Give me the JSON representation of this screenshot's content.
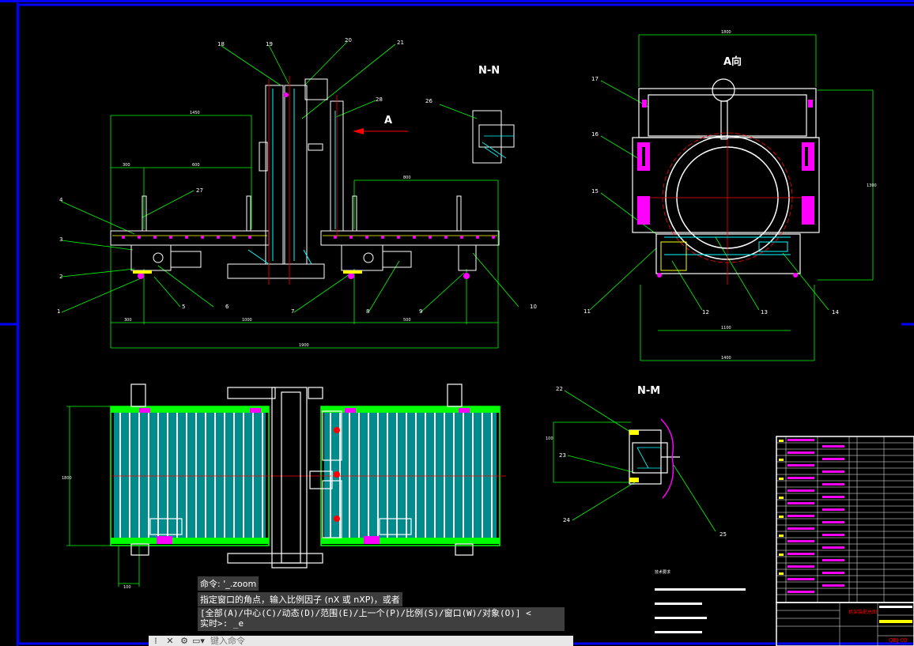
{
  "section_titles": {
    "nn": "N-N",
    "mm": "N-M",
    "a_dir": "A向",
    "arrow_a": "A"
  },
  "part_numbers": [
    "18",
    "19",
    "20",
    "21",
    "28",
    "26",
    "27",
    "4",
    "3",
    "2",
    "1",
    "5",
    "6",
    "7",
    "8",
    "9",
    "10",
    "17",
    "16",
    "15",
    "11",
    "12",
    "13",
    "14",
    "22",
    "23",
    "24",
    "25"
  ],
  "dimensions": [
    "1450",
    "300",
    "600",
    "800",
    "500",
    "1000",
    "1900",
    "1300",
    "1400",
    "1100",
    "1800",
    "100",
    "100"
  ],
  "command_history": [
    "命令: '_.zoom",
    "指定窗口的角点，输入比例因子 (nX 或 nXP)，或者"
  ],
  "command_prompt": {
    "line1": "[全部(A)/中心(C)/动态(D)/范围(E)/上一个(P)/比例(S)/窗口(W)/对象(O)] <",
    "line2": "实时>: _e"
  },
  "command_input": {
    "placeholder": "键入命令"
  },
  "title_block": {
    "name": "机架装配总图",
    "code": "QBJ-00"
  },
  "notes_title": "技术要求",
  "colors": {
    "border": "#0000ff",
    "dim": "#00ff00",
    "outline": "#ffffff",
    "cyan": "#00ffff",
    "red": "#ff0000",
    "magenta": "#ff00ff",
    "yellow": "#ffff00"
  }
}
